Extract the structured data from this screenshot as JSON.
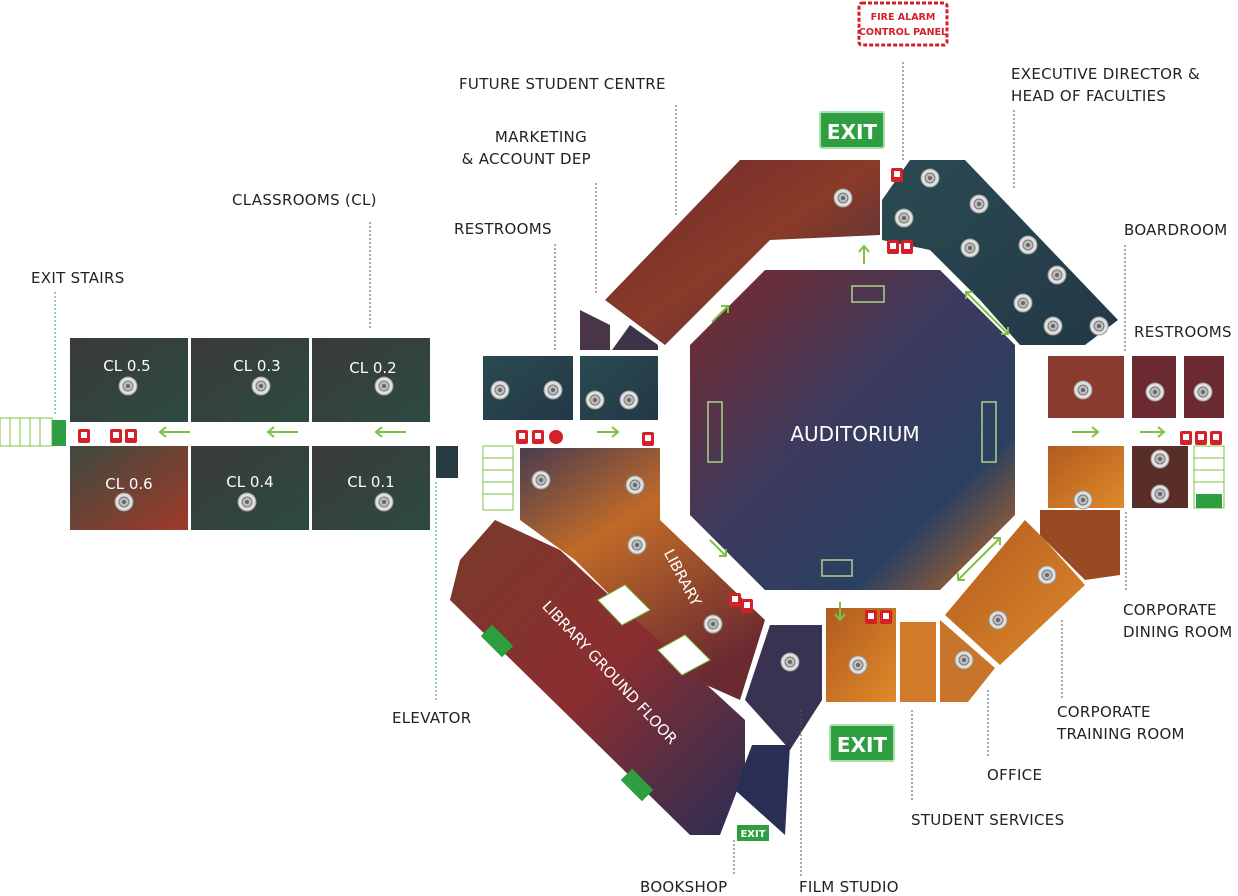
{
  "labels": {
    "fire_alarm_line1": "FIRE ALARM",
    "fire_alarm_line2": "CONTROL PANEL",
    "future_student_centre": "FUTURE STUDENT CENTRE",
    "executive_line1": "EXECUTIVE DIRECTOR &",
    "executive_line2": "HEAD OF FACULTIES",
    "marketing_line1": "MARKETING",
    "marketing_line2": "& ACCOUNT DEP",
    "classrooms": "CLASSROOMS (CL)",
    "restrooms_left": "RESTROOMS",
    "boardroom": "BOARDROOM",
    "exit_stairs": "EXIT STAIRS",
    "restrooms_right": "RESTROOMS",
    "corporate_dining_line1": "CORPORATE",
    "corporate_dining_line2": "DINING ROOM",
    "elevator": "ELEVATOR",
    "corporate_training_line1": "CORPORATE",
    "corporate_training_line2": "TRAINING ROOM",
    "office": "OFFICE",
    "student_services": "STUDENT SERVICES",
    "bookshop": "BOOKSHOP",
    "film_studio": "FILM  STUDIO"
  },
  "rooms": {
    "cl05": "CL 0.5",
    "cl03": "CL 0.3",
    "cl02": "CL 0.2",
    "cl06": "CL 0.6",
    "cl04": "CL 0.4",
    "cl01": "CL 0.1",
    "auditorium": "AUDITORIUM",
    "library": "LIBRARY",
    "library_ground": "LIBRARY GROUND FLOOR"
  },
  "exits": {
    "top": "EXIT",
    "bottom": "EXIT",
    "small": "EXIT"
  },
  "colors": {
    "exit_green": "#2e9e40",
    "arrow_green": "#7cc242",
    "alarm_red": "#d42027",
    "leader": "#555555"
  }
}
